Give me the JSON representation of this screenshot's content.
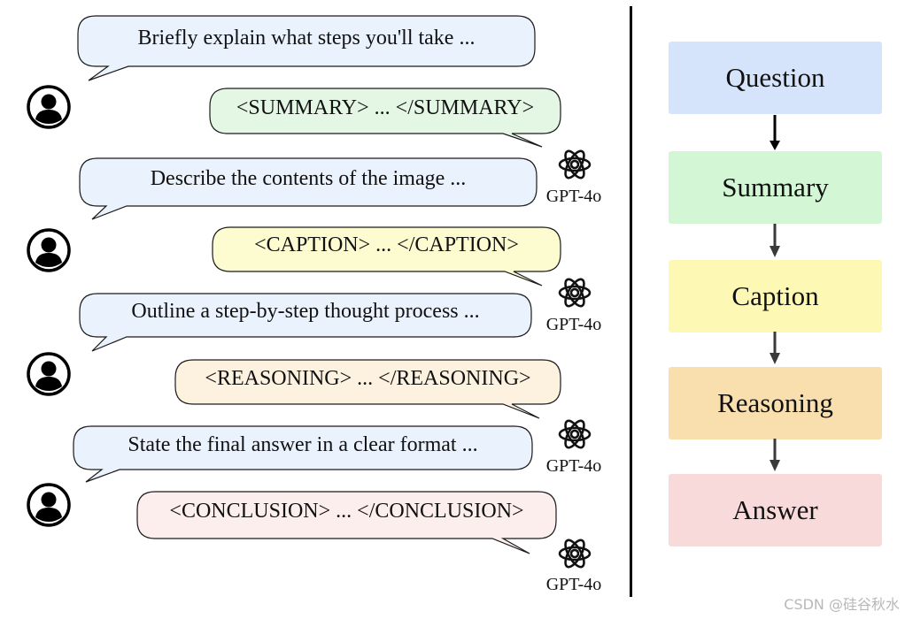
{
  "conversation": {
    "prompts": [
      "Briefly explain what steps you'll take ...",
      "Describe the contents of the image ...",
      "Outline a step-by-step thought process ...",
      "State the final answer in a clear format ..."
    ],
    "responses": [
      "<SUMMARY> ... </SUMMARY>",
      "<CAPTION> ... </CAPTION>",
      "<REASONING> ... </REASONING>",
      "<CONCLUSION> ... </CONCLUSION>"
    ],
    "bot_label": "GPT-4o",
    "icons": {
      "user": "user-avatar-icon",
      "bot": "openai-logo-icon"
    }
  },
  "pipeline": {
    "steps": [
      "Question",
      "Summary",
      "Caption",
      "Reasoning",
      "Answer"
    ],
    "colors": [
      "#d6e4fb",
      "#d3f6d4",
      "#fef8b5",
      "#f9dfae",
      "#f8dadb"
    ]
  },
  "colors": {
    "prompt_fill": "#eaf2fd",
    "summary_fill": "#e4f6e4",
    "caption_fill": "#fdfbd0",
    "reasoning_fill": "#fdf1e0",
    "conclusion_fill": "#fdeeee"
  },
  "watermark": "CSDN @硅谷秋水"
}
